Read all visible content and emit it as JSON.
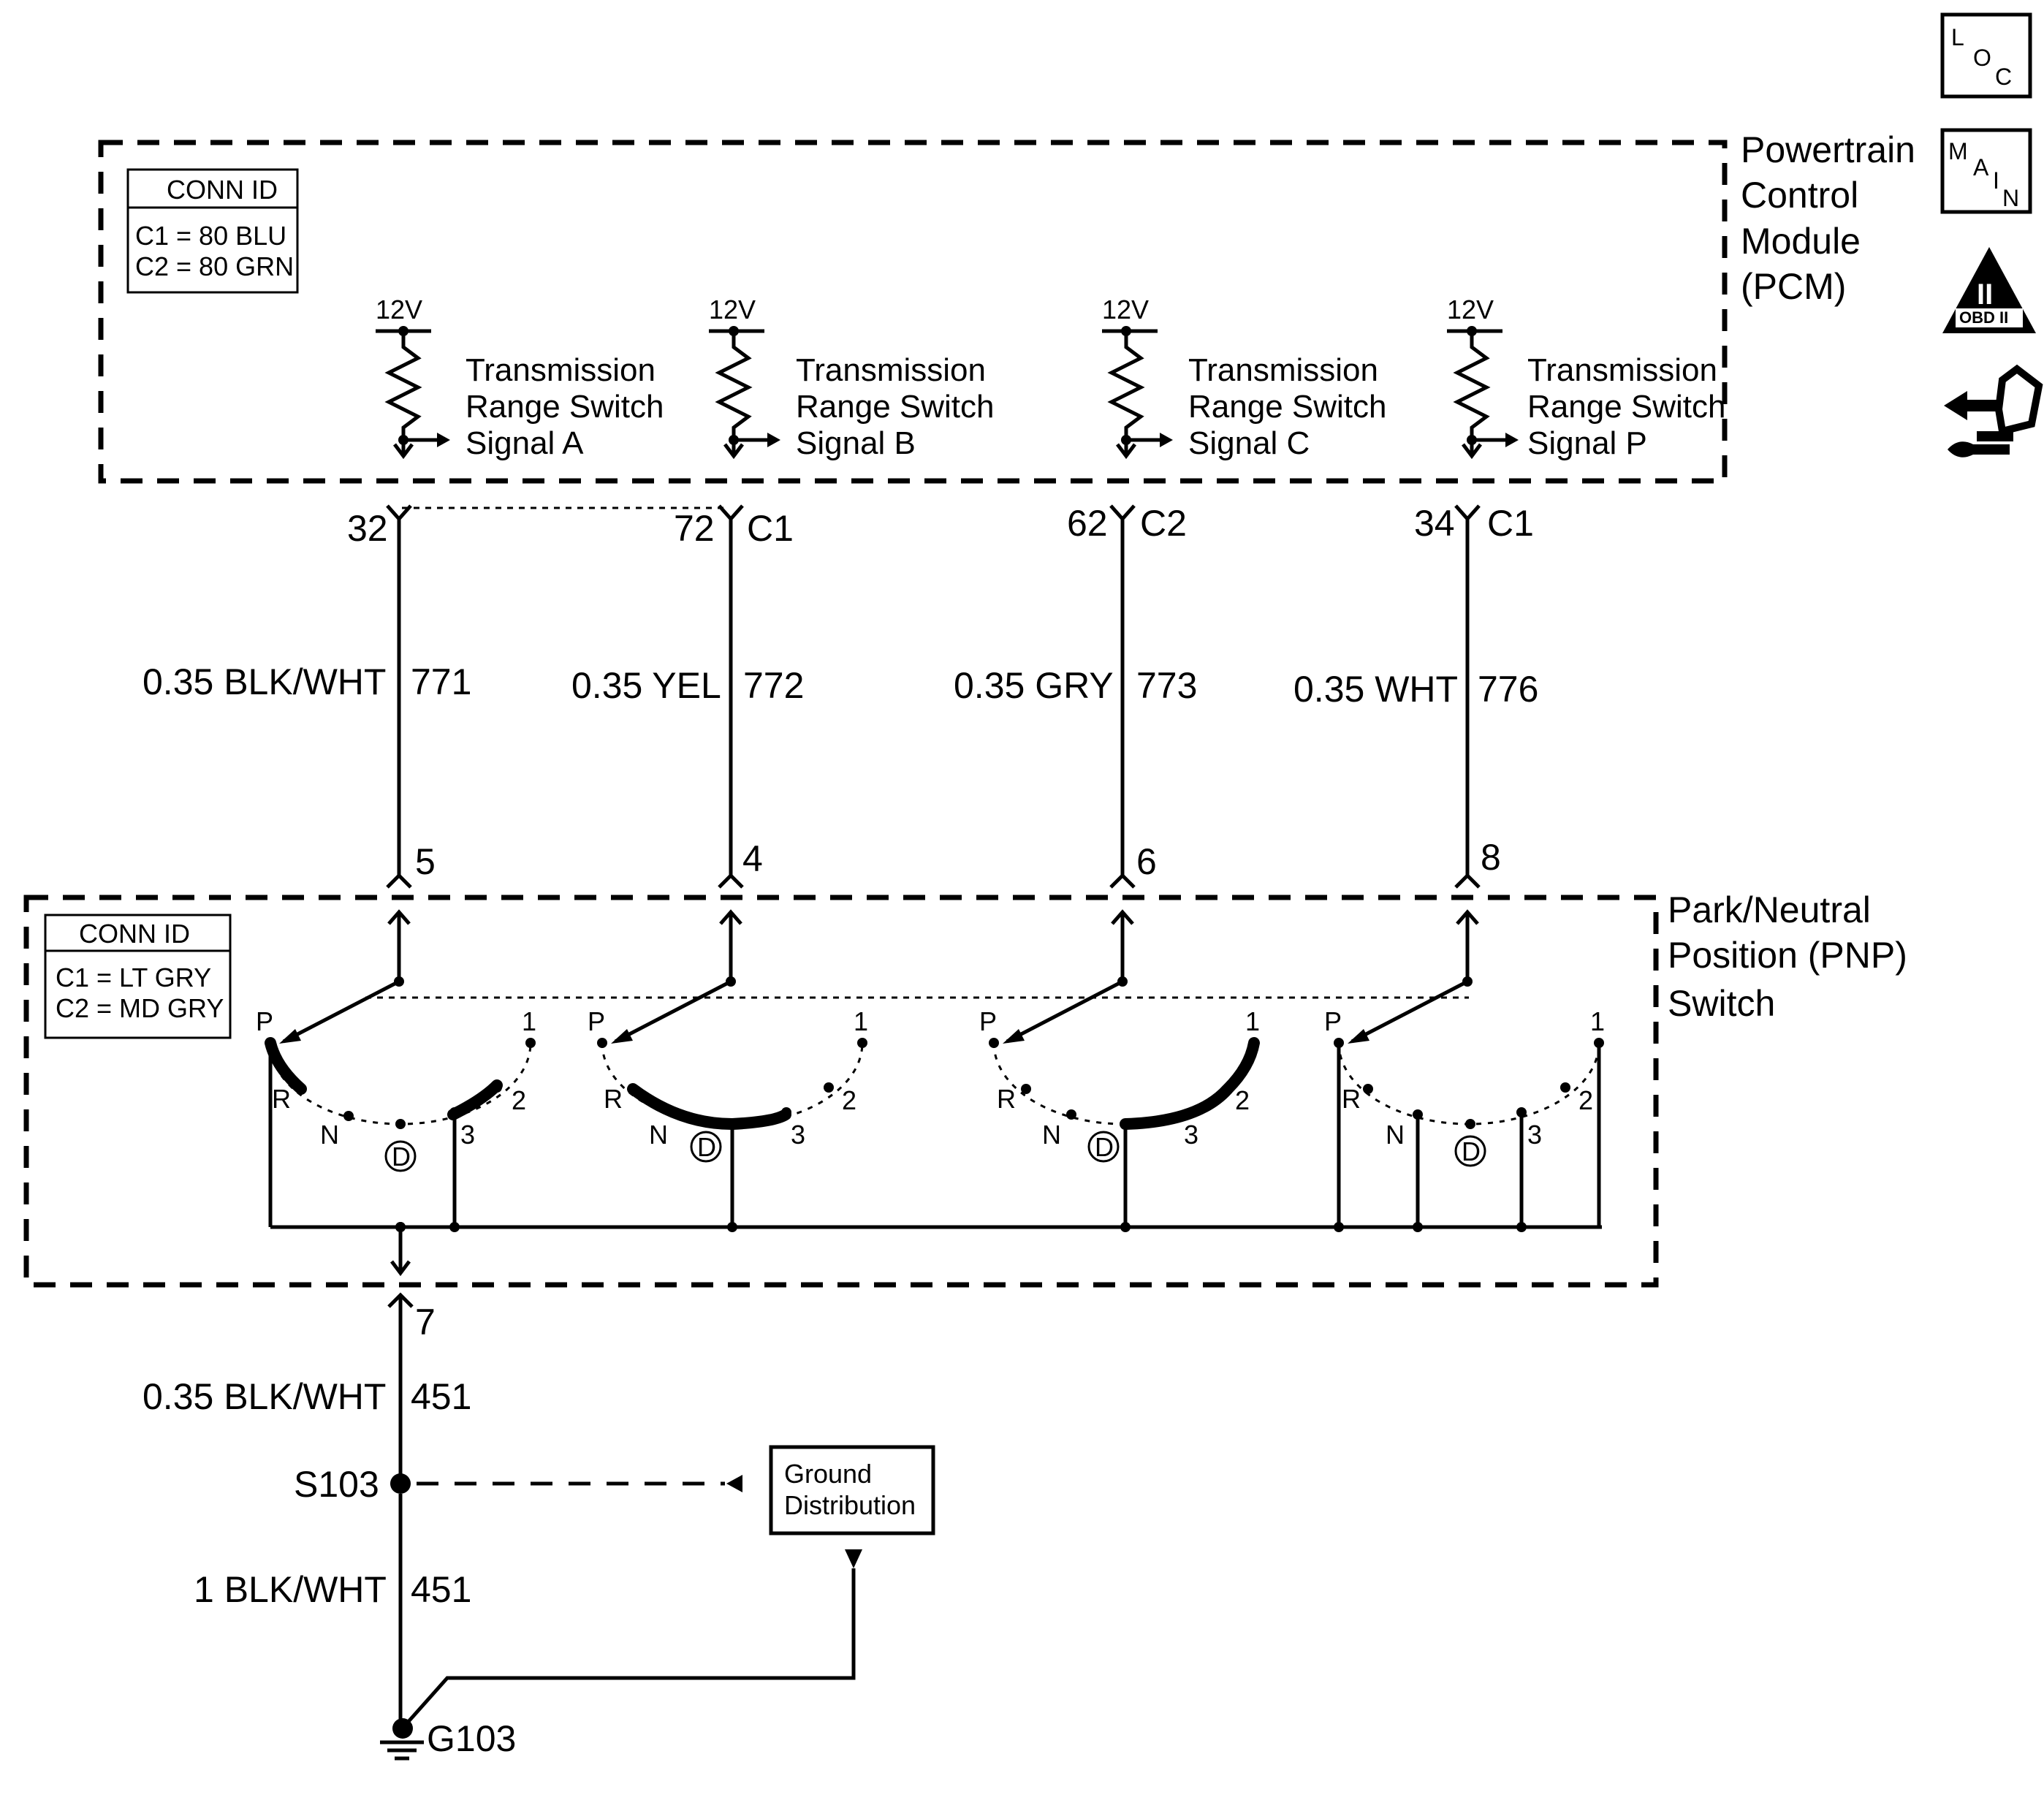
{
  "pcm": {
    "name_lines": [
      "Powertrain",
      "Control",
      "Module",
      "(PCM)"
    ],
    "conn_id": {
      "title": "CONN ID",
      "c1": "C1 = 80 BLU",
      "c2": "C2 = 80 GRN"
    }
  },
  "pnp": {
    "name_lines": [
      "Park/Neutral",
      "Position (PNP)",
      "Switch"
    ],
    "conn_id": {
      "title": "CONN ID",
      "c1": "C1 = LT GRY",
      "c2": "C2 = MD GRY"
    }
  },
  "supply": "12V",
  "circuits": [
    {
      "signal_lines": [
        "Transmission",
        "Range Switch",
        "Signal A"
      ],
      "pcm_pin": "32",
      "pcm_conn": "",
      "wire_gauge_color": "0.35 BLK/WHT",
      "circuit_num": "771",
      "pnp_pin": "5"
    },
    {
      "signal_lines": [
        "Transmission",
        "Range Switch",
        "Signal B"
      ],
      "pcm_pin": "72",
      "pcm_conn": "C1",
      "wire_gauge_color": "0.35 YEL",
      "circuit_num": "772",
      "pnp_pin": "4"
    },
    {
      "signal_lines": [
        "Transmission",
        "Range Switch",
        "Signal C"
      ],
      "pcm_pin": "62",
      "pcm_conn": "C2",
      "wire_gauge_color": "0.35 GRY",
      "circuit_num": "773",
      "pnp_pin": "6"
    },
    {
      "signal_lines": [
        "Transmission",
        "Range Switch",
        "Signal P"
      ],
      "pcm_pin": "34",
      "pcm_conn": "C1",
      "wire_gauge_color": "0.35 WHT",
      "circuit_num": "776",
      "pnp_pin": "8"
    }
  ],
  "switch_positions": {
    "p": "P",
    "r": "R",
    "n": "N",
    "d": "D",
    "three": "3",
    "two": "2",
    "one": "1"
  },
  "ground_path": {
    "pnp_pin": "7",
    "wire1_gauge_color": "0.35 BLK/WHT",
    "wire1_circuit": "451",
    "splice": "S103",
    "wire2_gauge_color": "1 BLK/WHT",
    "wire2_circuit": "451",
    "ground": "G103",
    "ground_distribution": [
      "Ground",
      "Distribution"
    ]
  },
  "icons": {
    "loc": {
      "l": "L",
      "o": "O",
      "c": "C"
    },
    "main": {
      "m": "M",
      "a": "A",
      "i": "I",
      "n": "N"
    },
    "obd": {
      "numeral": "II",
      "label": "OBD II"
    },
    "connector_symbol": "connector-icon"
  }
}
